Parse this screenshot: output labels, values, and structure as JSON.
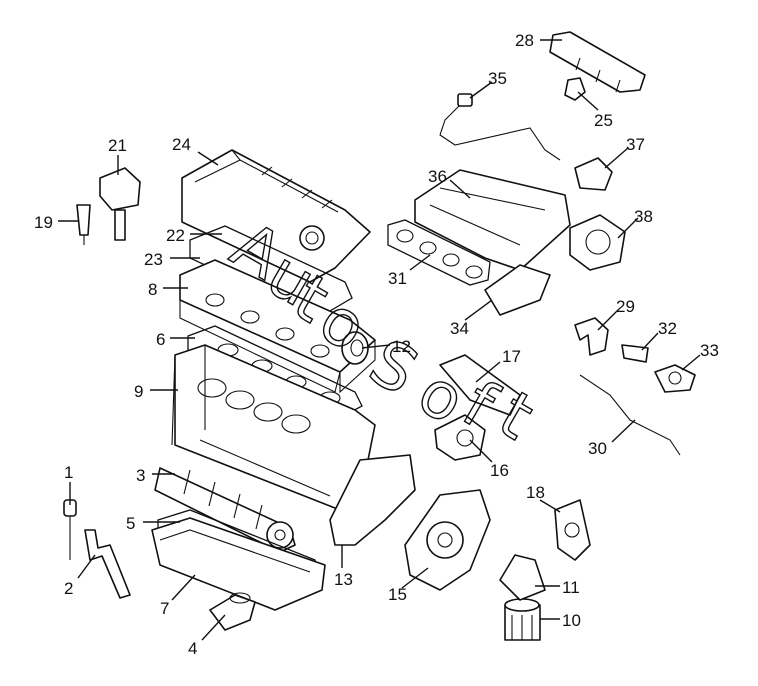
{
  "watermark": {
    "letters": [
      "A",
      "u",
      "t",
      "o",
      "S",
      "o",
      "f",
      "t"
    ]
  },
  "callouts": [
    {
      "id": "1",
      "label": "1"
    },
    {
      "id": "2",
      "label": "2"
    },
    {
      "id": "3",
      "label": "3"
    },
    {
      "id": "4",
      "label": "4"
    },
    {
      "id": "5",
      "label": "5"
    },
    {
      "id": "6",
      "label": "6"
    },
    {
      "id": "7",
      "label": "7"
    },
    {
      "id": "8",
      "label": "8"
    },
    {
      "id": "9",
      "label": "9"
    },
    {
      "id": "10",
      "label": "10"
    },
    {
      "id": "11",
      "label": "11"
    },
    {
      "id": "12",
      "label": "12"
    },
    {
      "id": "13",
      "label": "13"
    },
    {
      "id": "15",
      "label": "15"
    },
    {
      "id": "16",
      "label": "16"
    },
    {
      "id": "17",
      "label": "17"
    },
    {
      "id": "18",
      "label": "18"
    },
    {
      "id": "19",
      "label": "19"
    },
    {
      "id": "21",
      "label": "21"
    },
    {
      "id": "22",
      "label": "22"
    },
    {
      "id": "23",
      "label": "23"
    },
    {
      "id": "24",
      "label": "24"
    },
    {
      "id": "25",
      "label": "25"
    },
    {
      "id": "28",
      "label": "28"
    },
    {
      "id": "29",
      "label": "29"
    },
    {
      "id": "30",
      "label": "30"
    },
    {
      "id": "31",
      "label": "31"
    },
    {
      "id": "32",
      "label": "32"
    },
    {
      "id": "33",
      "label": "33"
    },
    {
      "id": "34",
      "label": "34"
    },
    {
      "id": "35",
      "label": "35"
    },
    {
      "id": "36",
      "label": "36"
    },
    {
      "id": "37",
      "label": "37"
    },
    {
      "id": "38",
      "label": "38"
    }
  ]
}
